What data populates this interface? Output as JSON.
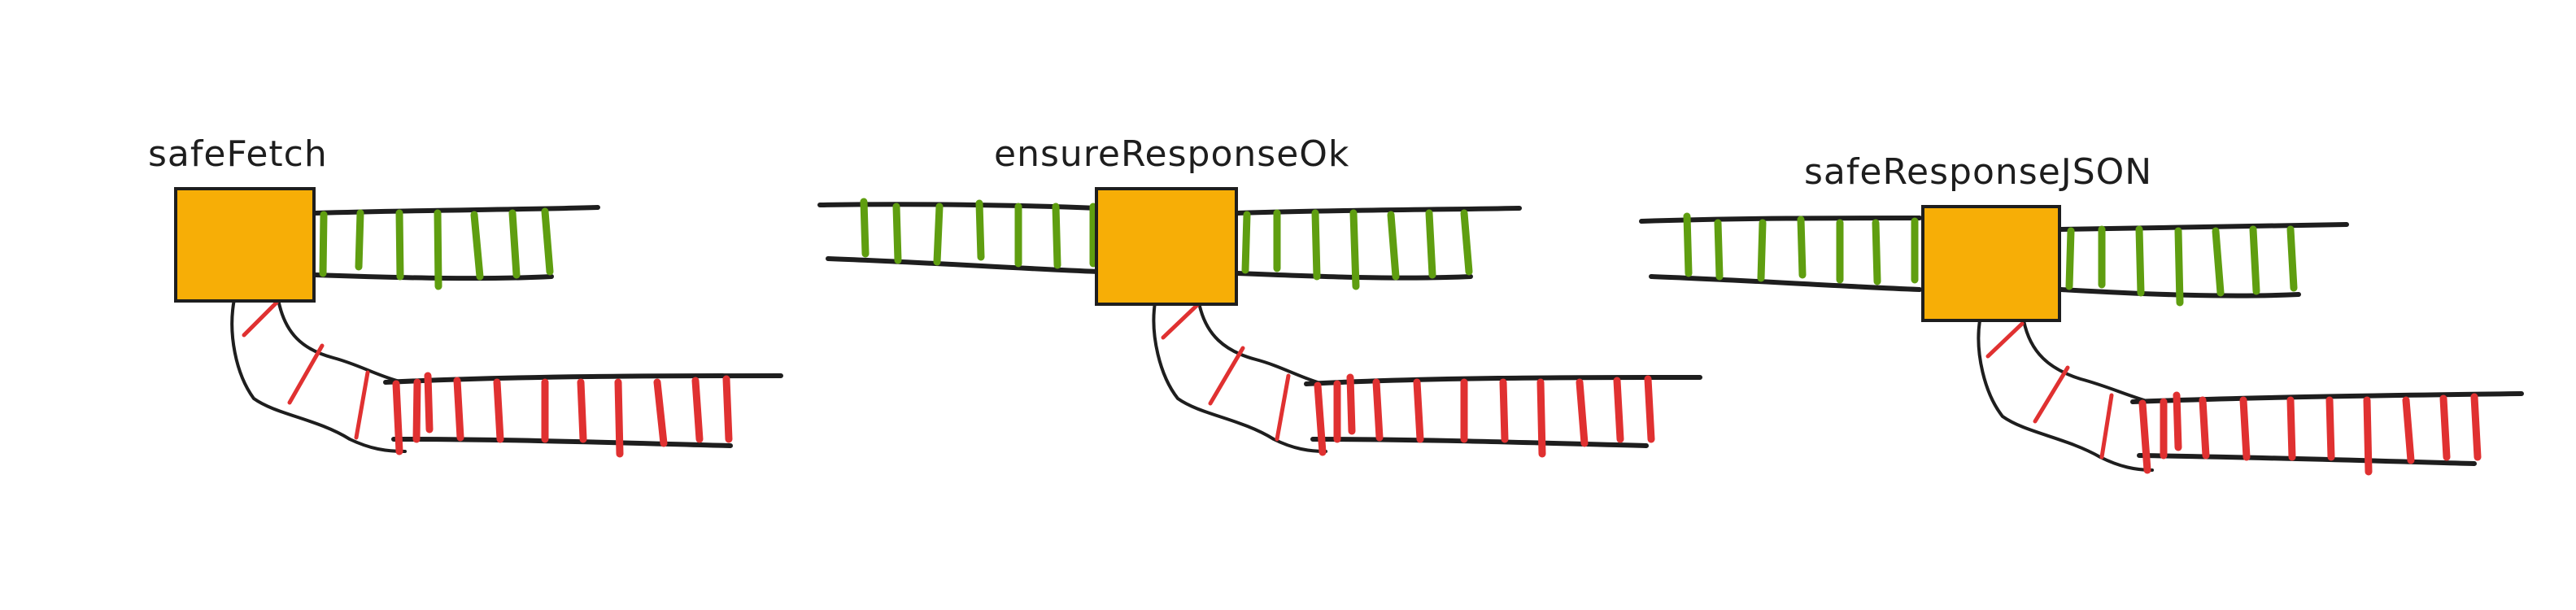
{
  "colors": {
    "ok_track": "#5f9e10",
    "error_track": "#e03131",
    "function_box": "#f7ae06",
    "ink": "#1e1e1e"
  },
  "functions": [
    {
      "label": "safeFetch",
      "input_track": false
    },
    {
      "label": "ensureResponseOk",
      "input_track": true
    },
    {
      "label": "safeResponseJSON",
      "input_track": true
    }
  ]
}
